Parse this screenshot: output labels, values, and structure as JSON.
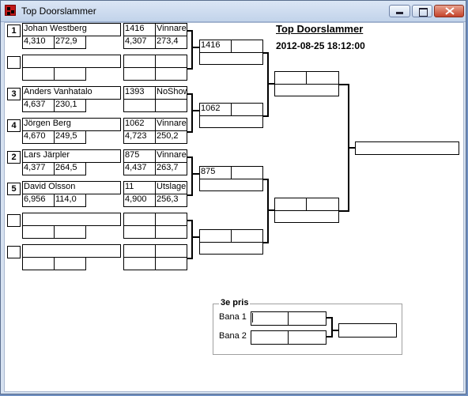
{
  "window": {
    "title": "Top Doorslammer"
  },
  "header": {
    "title": "Top Doorslammer",
    "datetime": "2012-08-25 18:12:00"
  },
  "round1": [
    {
      "seed": "1",
      "name": "Johan Westberg",
      "rt": "4,310",
      "speed": "272,9",
      "opp_time": "1416",
      "result": "Vinnare",
      "opp_rt": "4,307",
      "opp_speed": "273,4"
    },
    {
      "seed": "",
      "name": "",
      "rt": "",
      "speed": "",
      "opp_time": "",
      "result": "",
      "opp_rt": "",
      "opp_speed": ""
    },
    {
      "seed": "3",
      "name": "Anders Vanhatalo",
      "rt": "4,637",
      "speed": "230,1",
      "opp_time": "1393",
      "result": "NoShow",
      "opp_rt": "",
      "opp_speed": ""
    },
    {
      "seed": "4",
      "name": "Jörgen Berg",
      "rt": "4,670",
      "speed": "249,5",
      "opp_time": "1062",
      "result": "Vinnare",
      "opp_rt": "4,723",
      "opp_speed": "250,2"
    },
    {
      "seed": "2",
      "name": "Lars Järpler",
      "rt": "4,377",
      "speed": "264,5",
      "opp_time": "875",
      "result": "Vinnare",
      "opp_rt": "4,437",
      "opp_speed": "263,7"
    },
    {
      "seed": "5",
      "name": "David Olsson",
      "rt": "6,956",
      "speed": "114,0",
      "opp_time": "11",
      "result": "Utslagen",
      "opp_rt": "4,900",
      "opp_speed": "256,3"
    },
    {
      "seed": "",
      "name": "",
      "rt": "",
      "speed": "",
      "opp_time": "",
      "result": "",
      "opp_rt": "",
      "opp_speed": ""
    },
    {
      "seed": "",
      "name": "",
      "rt": "",
      "speed": "",
      "opp_time": "",
      "result": "",
      "opp_rt": "",
      "opp_speed": ""
    }
  ],
  "quarterfinals": [
    {
      "top": "1416",
      "bottom": ""
    },
    {
      "top": "1062",
      "bottom": ""
    },
    {
      "top": "875",
      "bottom": ""
    },
    {
      "top": "",
      "bottom": ""
    }
  ],
  "third_place": {
    "legend": "3e pris",
    "lane1_label": "Bana 1",
    "lane2_label": "Bana 2"
  }
}
